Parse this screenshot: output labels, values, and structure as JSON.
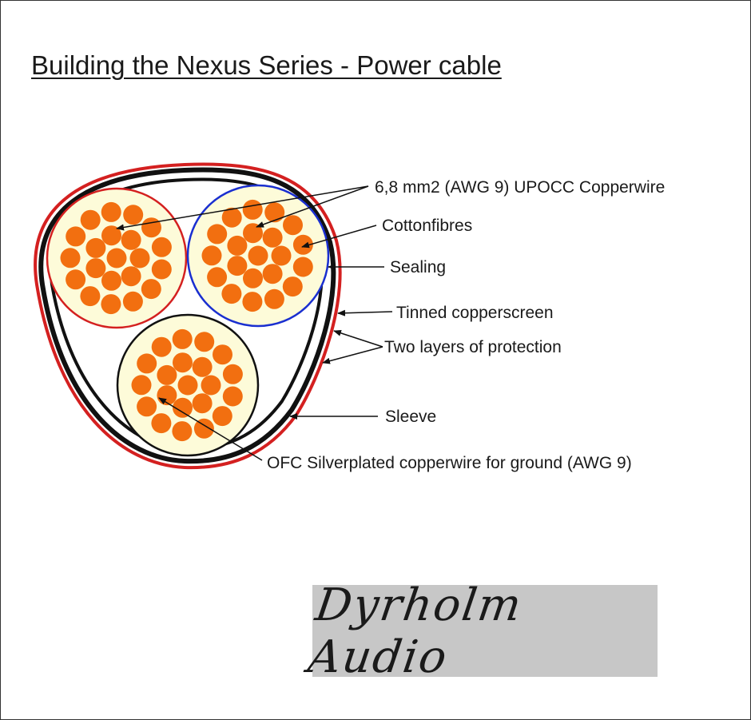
{
  "title": "Building the Nexus Series - Power cable",
  "labels": {
    "copperwire": "6,8 mm2 (AWG 9) UPOCC Copperwire",
    "cottonfibres": "Cottonfibres",
    "sealing": "Sealing",
    "copperscreen": "Tinned copperscreen",
    "protection": "Two layers of protection",
    "sleeve": "Sleeve",
    "ground": "OFC Silverplated copperwire for ground (AWG 9)"
  },
  "logo": {
    "text": "Dyrholm Audio"
  },
  "colors": {
    "sheath_outer": "#d42020",
    "sheath_black": "#111111",
    "fill": "#fdfbd9",
    "strand": "#f26f10",
    "ring_red": "#d42020",
    "ring_blue": "#1a2fd0",
    "ring_black": "#111111",
    "logo_bg": "#c7c7c7"
  }
}
